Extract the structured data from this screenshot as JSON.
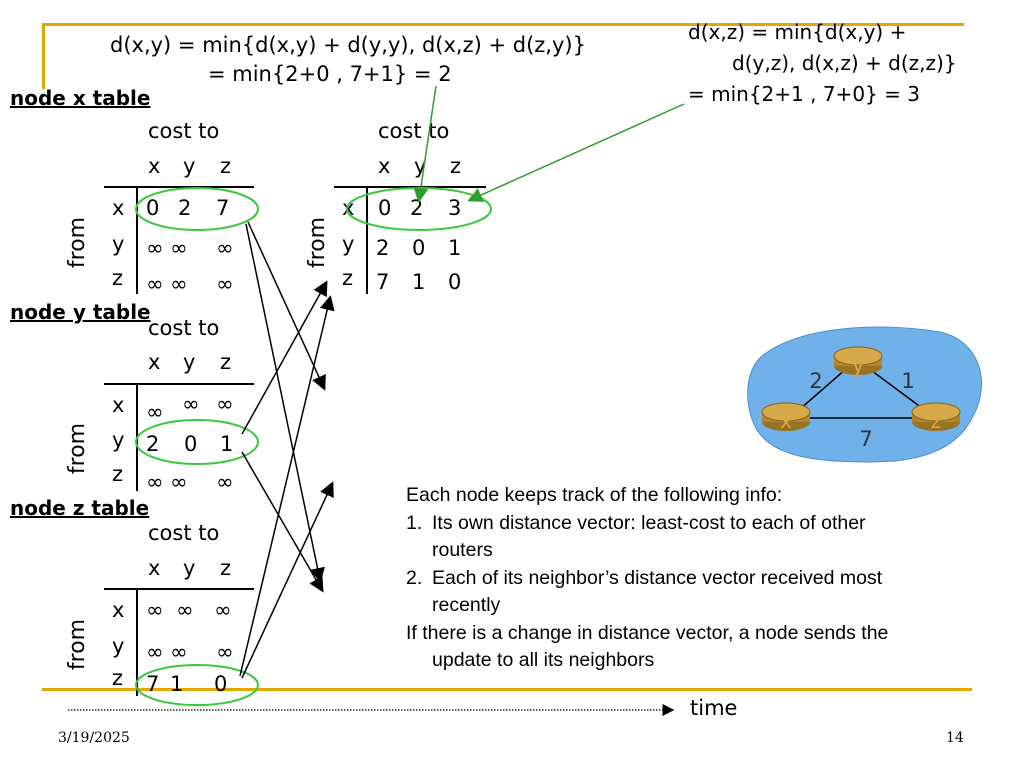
{
  "formula_xy": {
    "line1": "d(x,y) = min{d(x,y) + d(y,y), d(x,z) + d(z,y)}",
    "line2": "= min{2+0 , 7+1} = 2"
  },
  "formula_xz": {
    "line1": "d(x,z) = min{d(x,y) +",
    "line2": "d(y,z), d(x,z) + d(z,z)}",
    "line3": "= min{2+1 , 7+0} = 3"
  },
  "tables": {
    "common": {
      "cost_to": "cost to",
      "from": "from",
      "cols": [
        "x",
        "y",
        "z"
      ],
      "rows": [
        "x",
        "y",
        "z"
      ]
    },
    "node_x": {
      "label": "node x table",
      "cells": [
        [
          "0",
          "2",
          "7"
        ],
        [
          "∞",
          "∞",
          "∞"
        ],
        [
          "∞",
          "∞",
          "∞"
        ]
      ]
    },
    "node_y": {
      "label": "node y table",
      "cells": [
        [
          "∞",
          "∞",
          "∞"
        ],
        [
          "2",
          "0",
          "1"
        ],
        [
          "∞",
          "∞",
          "∞"
        ]
      ]
    },
    "node_z": {
      "label": "node z table",
      "cells": [
        [
          "∞",
          "∞",
          "∞"
        ],
        [
          "∞",
          "∞",
          "∞"
        ],
        [
          "7",
          "1",
          "0"
        ]
      ]
    },
    "node_x_updated": {
      "cells": [
        [
          "0",
          "2",
          "3"
        ],
        [
          "2",
          "0",
          "1"
        ],
        [
          "7",
          "1",
          "0"
        ]
      ]
    }
  },
  "network": {
    "nodes": [
      "x",
      "y",
      "z"
    ],
    "edges": [
      {
        "from": "x",
        "to": "y",
        "cost": "2"
      },
      {
        "from": "y",
        "to": "z",
        "cost": "1"
      },
      {
        "from": "x",
        "to": "z",
        "cost": "7"
      }
    ],
    "cloud_color": "#6fb1e8",
    "router_color": "#c89a3c"
  },
  "notes": {
    "intro": "Each node keeps track of the following info:",
    "item1_num": "1.",
    "item1_line1": "Its own distance vector: least-cost to each of other",
    "item1_line2": "routers",
    "item2_num": "2.",
    "item2_line1": "Each of its neighbor’s distance vector received most",
    "item2_line2": "recently",
    "change_line1": "If there is a change in distance vector, a node sends the",
    "change_line2": "update to all its neighbors"
  },
  "time_label": "time",
  "footer": {
    "date": "3/19/2025",
    "page": "14"
  },
  "colors": {
    "accent_gold": "#e0a800",
    "arrow_green": "#2e9e2e",
    "highlight_green": "#3cc83c"
  }
}
